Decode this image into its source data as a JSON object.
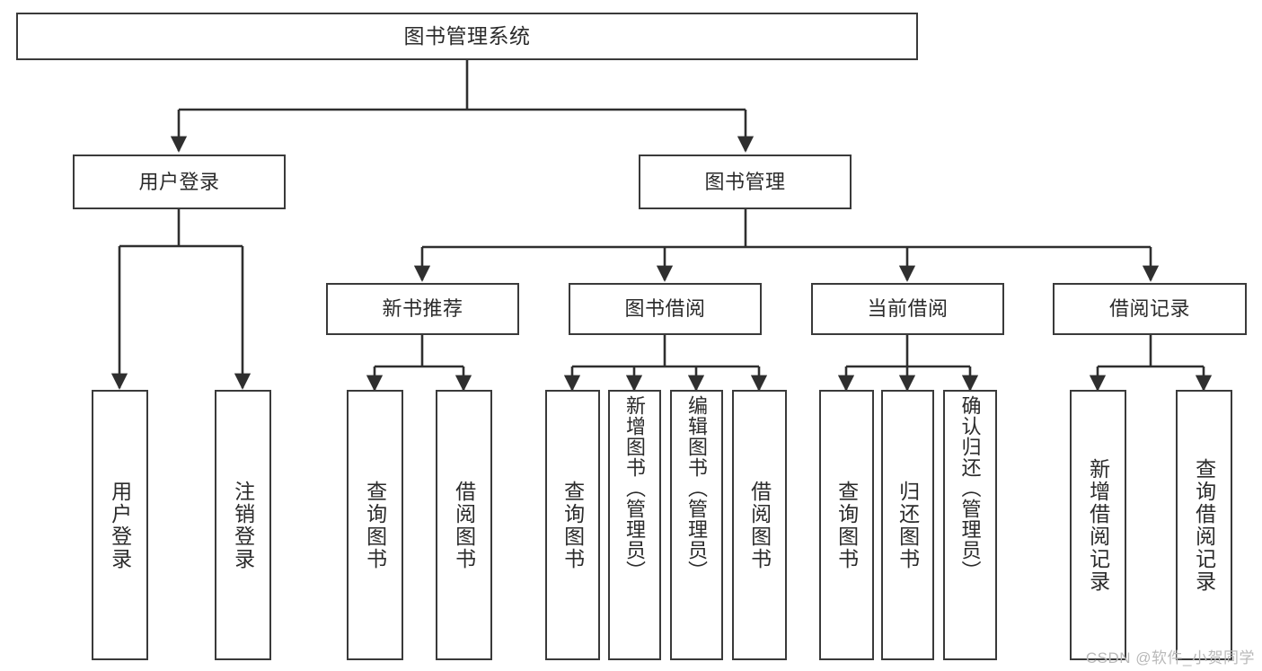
{
  "diagram": {
    "title": "图书管理系统",
    "type": "tree",
    "orientation": "top-down",
    "watermark": "CSDN @软件_小贺同学",
    "colors": {
      "box_border": "#3a3a3a",
      "box_fill": "#ffffff",
      "connector": "#2f2f2f",
      "text": "#2b2b2b",
      "watermark": "#b9b9b9",
      "background": "#ffffff"
    },
    "root": {
      "id": "root",
      "label": "图书管理系统"
    },
    "level2": [
      {
        "id": "user-login",
        "label": "用户登录"
      },
      {
        "id": "book-management",
        "label": "图书管理"
      }
    ],
    "level3": [
      {
        "id": "new-book-recommend",
        "label": "新书推荐",
        "parent": "book-management"
      },
      {
        "id": "book-borrow",
        "label": "图书借阅",
        "parent": "book-management"
      },
      {
        "id": "current-borrow",
        "label": "当前借阅",
        "parent": "book-management"
      },
      {
        "id": "borrow-record",
        "label": "借阅记录",
        "parent": "book-management"
      }
    ],
    "leaves": [
      {
        "id": "leaf-user-login",
        "label": "用户登录",
        "parent": "user-login"
      },
      {
        "id": "leaf-logout-login",
        "label": "注销登录",
        "parent": "user-login"
      },
      {
        "id": "leaf-query-book-1",
        "label": "查询图书",
        "parent": "new-book-recommend"
      },
      {
        "id": "leaf-borrow-book-1",
        "label": "借阅图书",
        "parent": "new-book-recommend"
      },
      {
        "id": "leaf-query-book-2",
        "label": "查询图书",
        "parent": "book-borrow"
      },
      {
        "id": "leaf-add-book",
        "label": "新增图书（管理员）",
        "parent": "book-borrow"
      },
      {
        "id": "leaf-edit-book",
        "label": "编辑图书（管理员）",
        "parent": "book-borrow"
      },
      {
        "id": "leaf-borrow-book-2",
        "label": "借阅图书",
        "parent": "book-borrow"
      },
      {
        "id": "leaf-query-book-3",
        "label": "查询图书",
        "parent": "current-borrow"
      },
      {
        "id": "leaf-return-book",
        "label": "归还图书",
        "parent": "current-borrow"
      },
      {
        "id": "leaf-confirm-return",
        "label": "确认归还（管理员）",
        "parent": "current-borrow"
      },
      {
        "id": "leaf-add-record",
        "label": "新增借阅记录",
        "parent": "borrow-record"
      },
      {
        "id": "leaf-query-record",
        "label": "查询借阅记录",
        "parent": "borrow-record"
      }
    ]
  }
}
